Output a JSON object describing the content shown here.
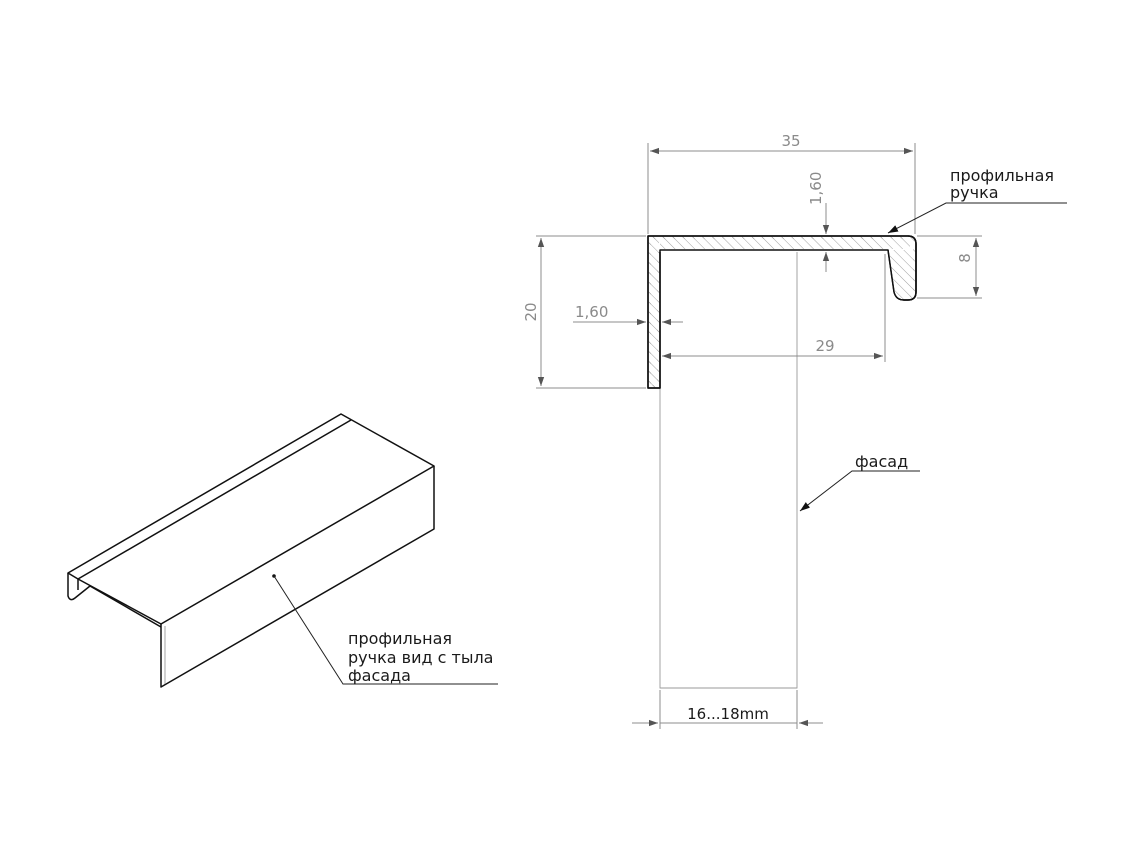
{
  "labels": {
    "handle_top": [
      "профильная",
      "ручка"
    ],
    "handle_back": [
      "профильная",
      "ручка вид с тыла",
      "фасада"
    ],
    "facade": "фасад"
  },
  "dimensions": {
    "total_width": "35",
    "top_thickness": "1,60",
    "height": "20",
    "side_thickness": "1,60",
    "lip_height": "8",
    "inner_width": "29",
    "facade_thickness": "16...18mm"
  }
}
